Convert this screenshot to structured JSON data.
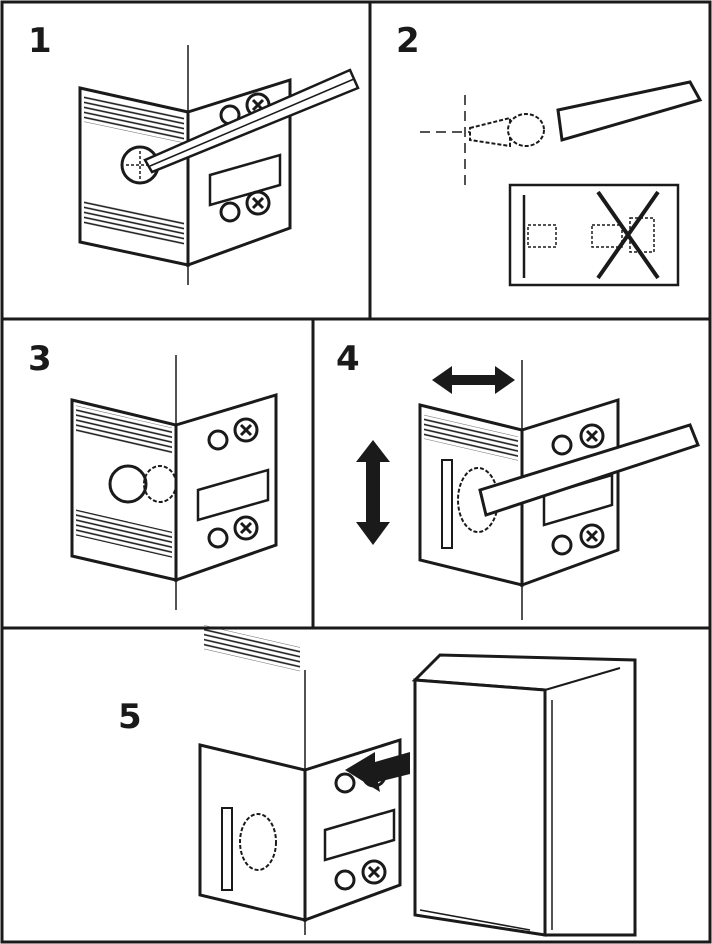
{
  "steps": [
    {
      "number": "1",
      "name": "mark-hole"
    },
    {
      "number": "2",
      "name": "insert-screw"
    },
    {
      "number": "3",
      "name": "position-bracket"
    },
    {
      "number": "4",
      "name": "adjust-bracket"
    },
    {
      "number": "5",
      "name": "attach-cover"
    }
  ],
  "colors": {
    "ink": "#1a1a1a",
    "paper": "#ffffff"
  }
}
